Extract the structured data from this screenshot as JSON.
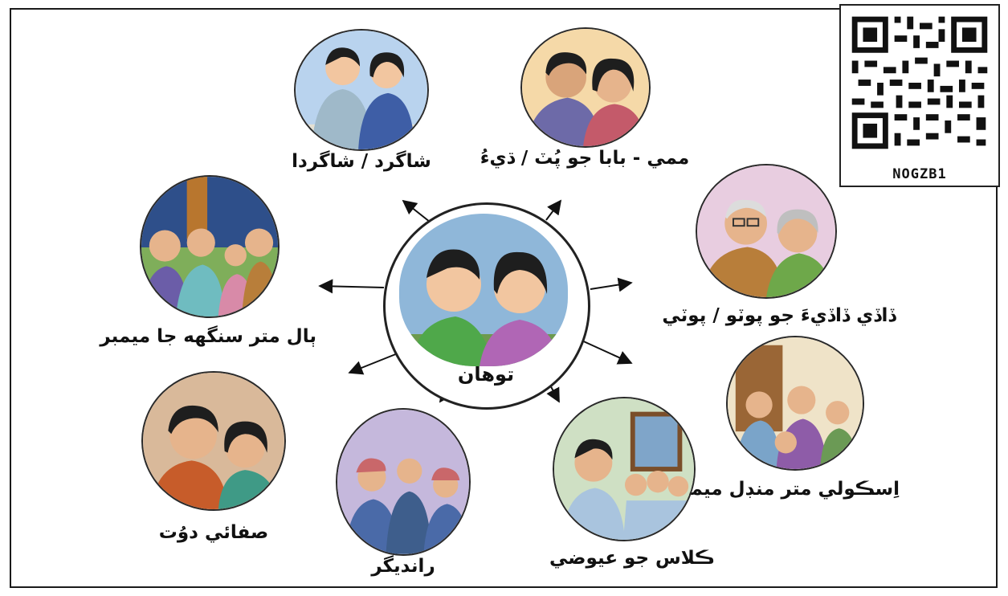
{
  "center": {
    "label": "توهان"
  },
  "nodes": [
    {
      "id": "students",
      "label": "شاگرد / شاگردا",
      "bg": "#b9d3ee"
    },
    {
      "id": "parents",
      "label": "ممي - بابا جو پُٽ / ڌيءُ",
      "bg": "#f5d9a8"
    },
    {
      "id": "grandparents",
      "label": "ڏاڏي ڏاڏيءَ جو پوٽو / پوٽي",
      "bg": "#e8cde0"
    },
    {
      "id": "school-committee",
      "label": "اِسڪولي متر منڊل ميمبر",
      "bg": "#efe3c8"
    },
    {
      "id": "classmates",
      "label": "ڪلاس جو عيوضي",
      "bg": "#cfe0c4"
    },
    {
      "id": "players",
      "label": "رانديگر",
      "bg": "#c5b8dc"
    },
    {
      "id": "cleanliness-friend",
      "label": "صفائي دوُت",
      "bg": "#d9b99a"
    },
    {
      "id": "bal-mitr",
      "label": "ٻال متر سنگهه جا ميمبر",
      "bg": "#2e4f8a"
    }
  ],
  "qr": {
    "code": "NOGZB1"
  }
}
